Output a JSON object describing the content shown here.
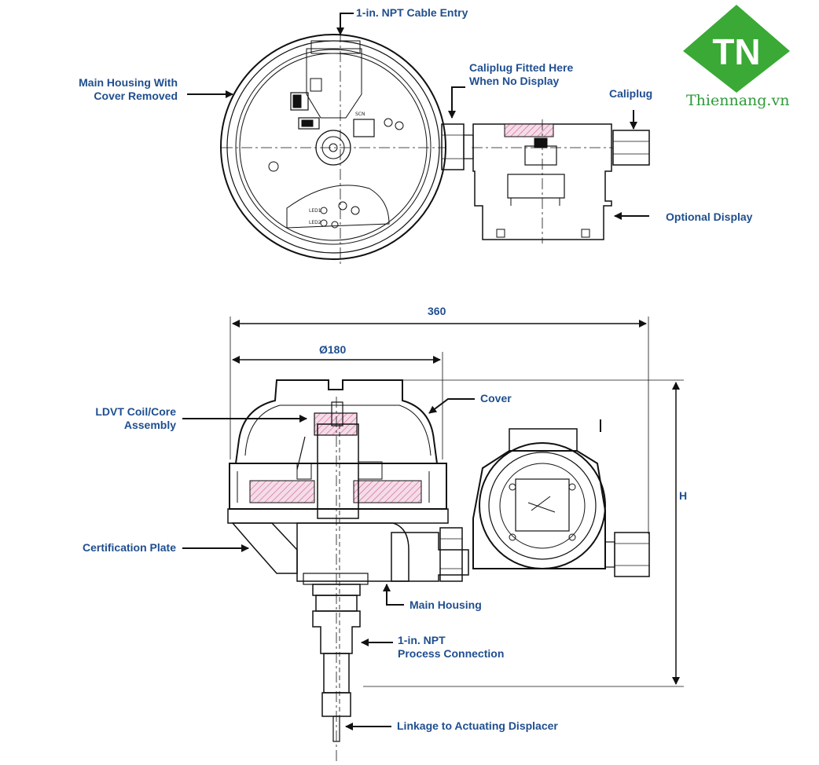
{
  "brand": {
    "logo_letters": "TN",
    "site": "Thiennang.vn",
    "logo_color": "#3aa935",
    "text_color": "#2e9a3a"
  },
  "top_view": {
    "labels": {
      "cable_entry": "1-in. NPT Cable Entry",
      "main_housing_line1": "Main Housing With",
      "main_housing_line2": "Cover Removed",
      "caliplug_fitted_line1": "Caliplug Fitted Here",
      "caliplug_fitted_line2": "When No Display",
      "caliplug": "Caliplug",
      "optional_display": "Optional Display"
    },
    "pcb_marks": {
      "led1": "LED1",
      "led2": "LED2",
      "scn": "SCN"
    }
  },
  "side_view": {
    "dimensions": {
      "overall_width": "360",
      "diameter": "Ø180",
      "height": "H"
    },
    "labels": {
      "ldvt_line1": "LDVT Coil/Core",
      "ldvt_line2": "Assembly",
      "cover": "Cover",
      "certification_plate": "Certification Plate",
      "main_housing": "Main Housing",
      "process_line1": "1-in. NPT",
      "process_line2": "Process Connection",
      "linkage": "Linkage to Actuating Displacer"
    }
  },
  "colors": {
    "label_blue": "#1f4e8f",
    "line": "#111111",
    "hatch": "#d05a8a"
  }
}
